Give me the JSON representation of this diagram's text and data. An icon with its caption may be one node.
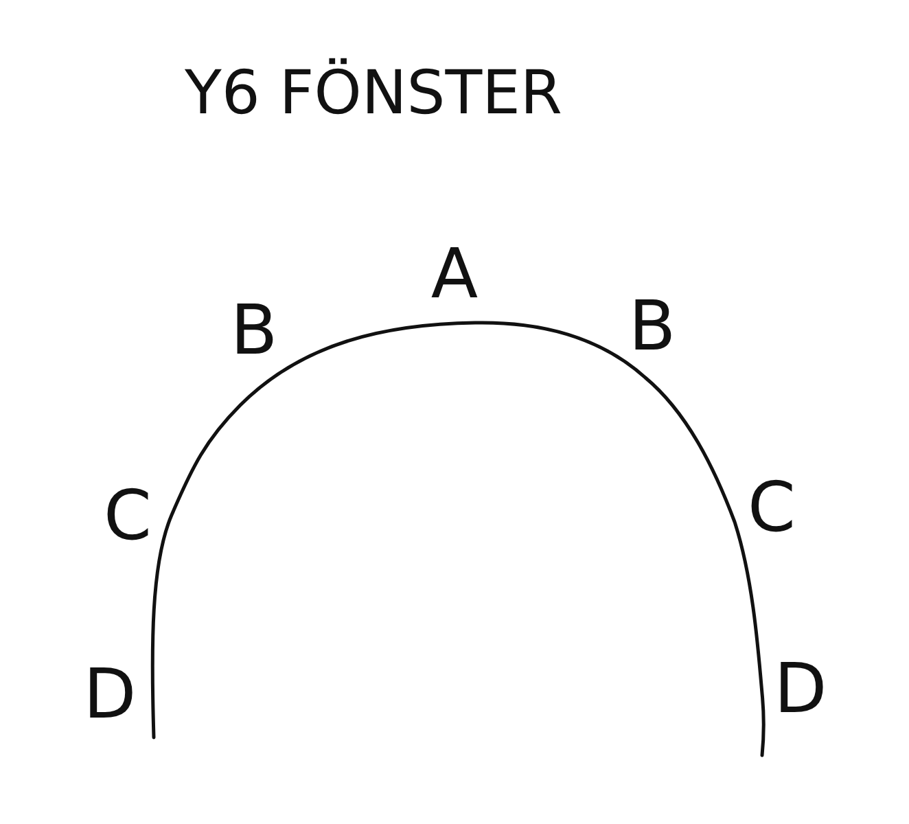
{
  "diagram": {
    "title": "Y6 FÖNSTER",
    "labels": [
      "A",
      "B",
      "B",
      "C",
      "C",
      "D",
      "D"
    ]
  }
}
